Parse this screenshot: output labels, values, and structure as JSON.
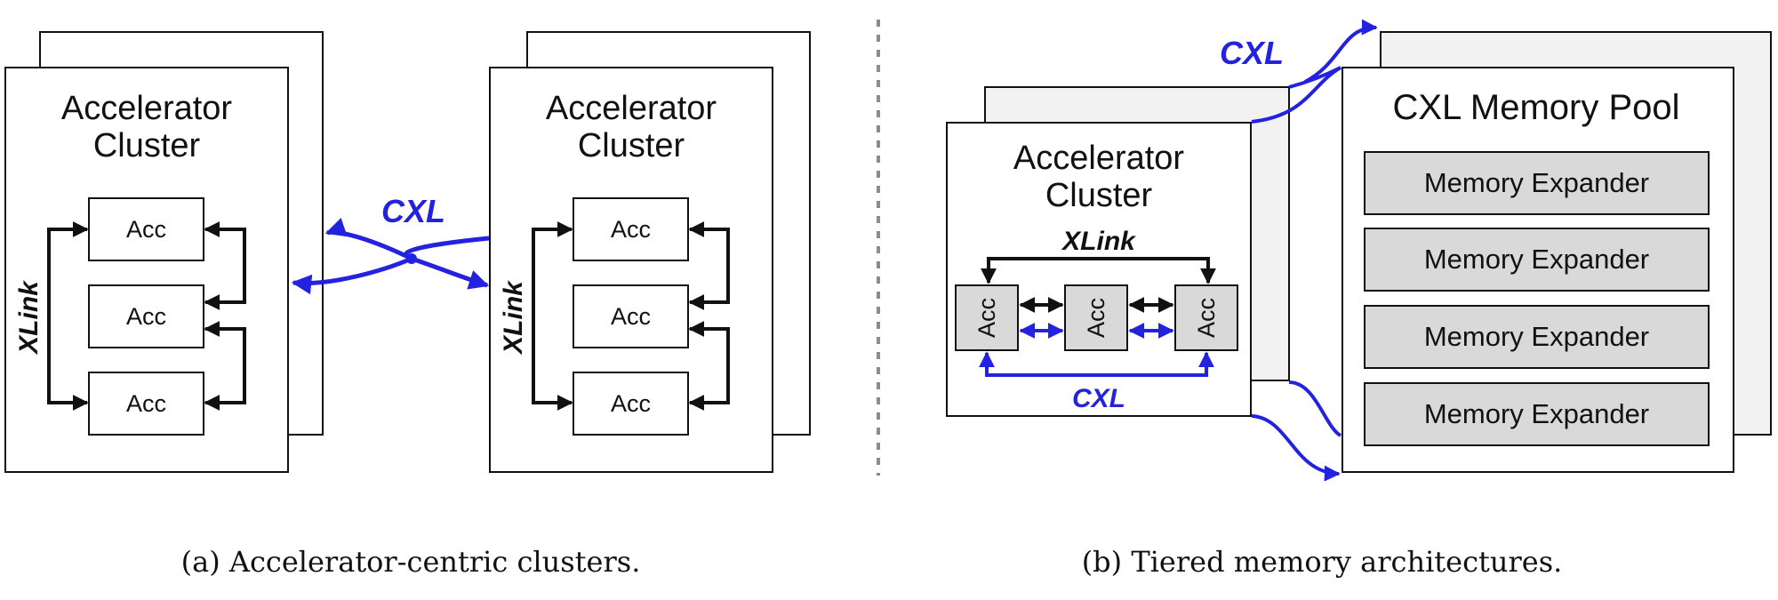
{
  "colors": {
    "link_blue": "#2222e0",
    "line_black": "#111111",
    "module_fill": "#d9d9d9",
    "back_panel_fill": "#f2f2f2",
    "divider": "#8c8c8c"
  },
  "panel_a": {
    "left_cluster": {
      "title_line1": "Accelerator",
      "title_line2": "Cluster",
      "acc_labels": [
        "Acc",
        "Acc",
        "Acc"
      ],
      "link_label": "XLink"
    },
    "right_cluster": {
      "title_line1": "Accelerator",
      "title_line2": "Cluster",
      "acc_labels": [
        "Acc",
        "Acc",
        "Acc"
      ],
      "link_label": "XLink"
    },
    "interconnect_label": "CXL",
    "caption": "(a) Accelerator-centric clusters."
  },
  "panel_b": {
    "cluster": {
      "title_line1": "Accelerator",
      "title_line2": "Cluster",
      "acc_labels": [
        "Acc",
        "Acc",
        "Acc"
      ],
      "xlink_label": "XLink",
      "cxl_label": "CXL"
    },
    "pool": {
      "title": "CXL Memory Pool",
      "expanders": [
        "Memory Expander",
        "Memory Expander",
        "Memory Expander",
        "Memory Expander"
      ]
    },
    "interconnect_label": "CXL",
    "caption": "(b) Tiered memory architectures."
  }
}
